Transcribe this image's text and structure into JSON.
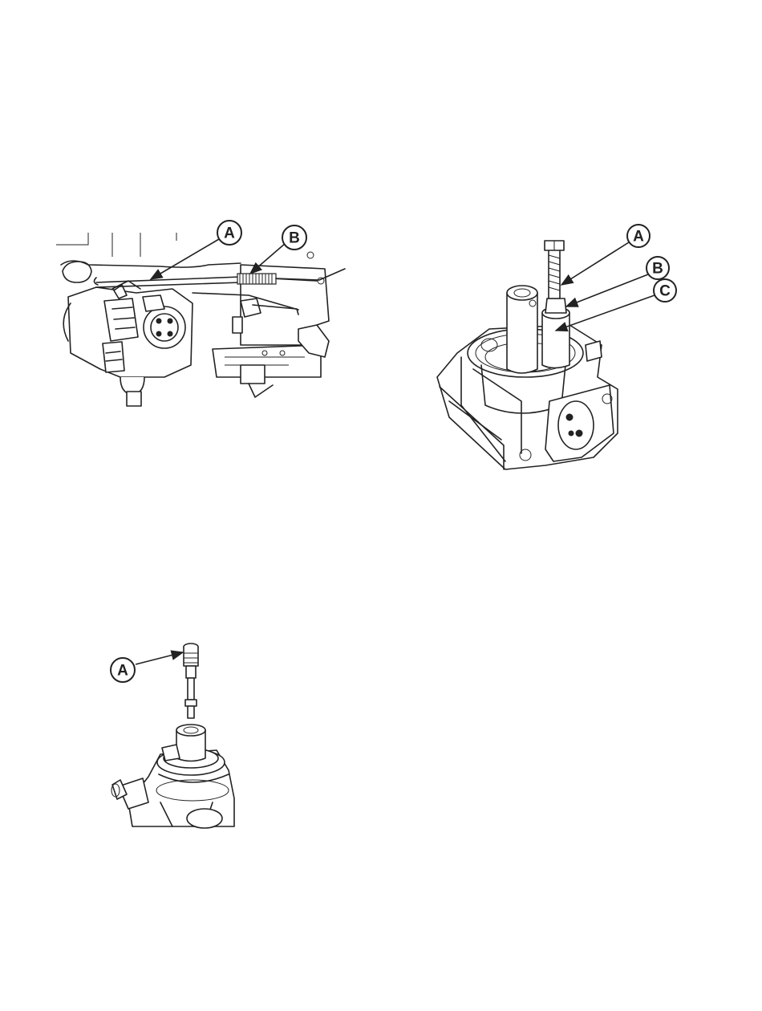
{
  "figures": [
    {
      "id": "figure-1",
      "callouts": [
        "A",
        "B"
      ]
    },
    {
      "id": "figure-2",
      "callouts": [
        "A",
        "B",
        "C"
      ]
    },
    {
      "id": "figure-3",
      "callouts": [
        "A"
      ]
    }
  ],
  "colors": {
    "ink": "#222222",
    "paper": "#ffffff"
  },
  "arrowhead_icon": "arrowhead-icon"
}
